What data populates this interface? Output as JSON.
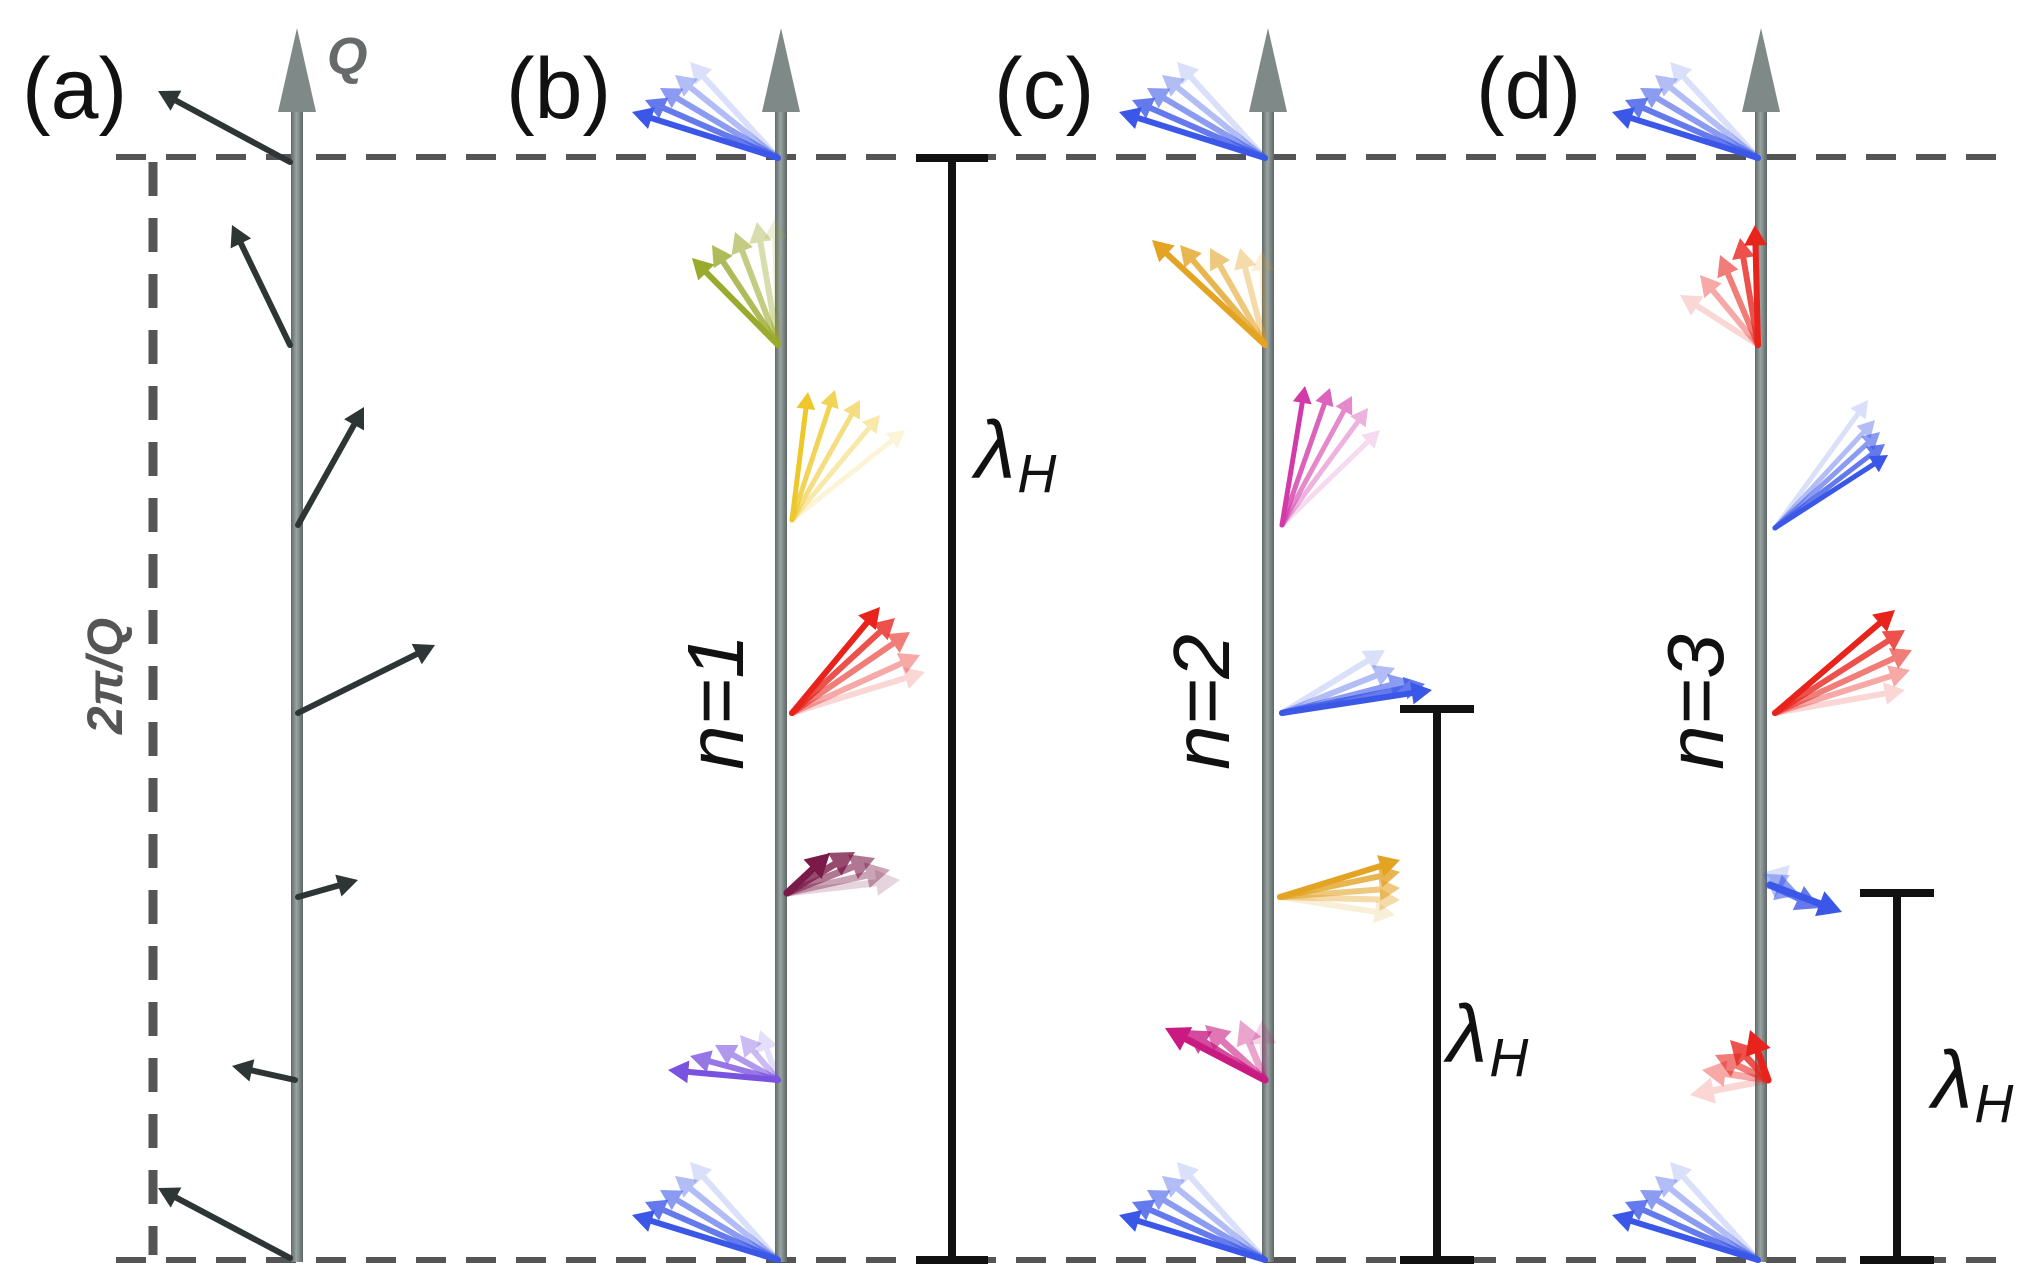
{
  "panels": [
    {
      "id": "a",
      "label": "(a)"
    },
    {
      "id": "b",
      "label": "(b)",
      "n_label": "n=1"
    },
    {
      "id": "c",
      "label": "(c)",
      "n_label": "n=2"
    },
    {
      "id": "d",
      "label": "(d)",
      "n_label": "n=3"
    }
  ],
  "q_label": "Q",
  "period_label": "2π/Q",
  "lambda_label": {
    "symbol": "λ",
    "subscript": "H"
  },
  "colors": {
    "axis": "#7f8a88",
    "axis_dark": "#5c6664",
    "dashed": "#555555",
    "helix_arrow": "#2e3535",
    "scale_bar": "#111111",
    "blue": "#3b57e8",
    "olive": "#9aaa2c",
    "yellow": "#eec82a",
    "red": "#e8231c",
    "plum": "#7a1a48",
    "violet": "#7a52e0",
    "gold": "#e3a323",
    "magenta": "#d23aaa",
    "pink": "#c91a82"
  }
}
